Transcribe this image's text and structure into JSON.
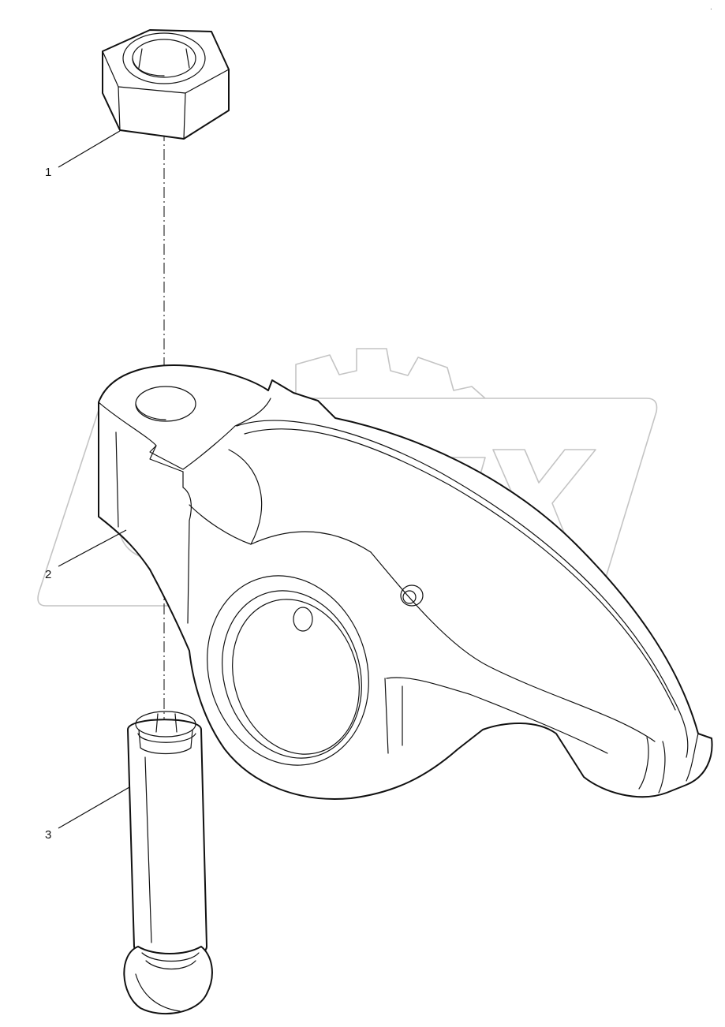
{
  "callouts": [
    {
      "number": "1",
      "part": "hex-nut"
    },
    {
      "number": "2",
      "part": "rocker-arm"
    },
    {
      "number": "3",
      "part": "adjusting-screw"
    }
  ],
  "watermark": {
    "logo_text": "OPEX",
    "color": "#c4c4c4"
  },
  "corner_mark": "."
}
